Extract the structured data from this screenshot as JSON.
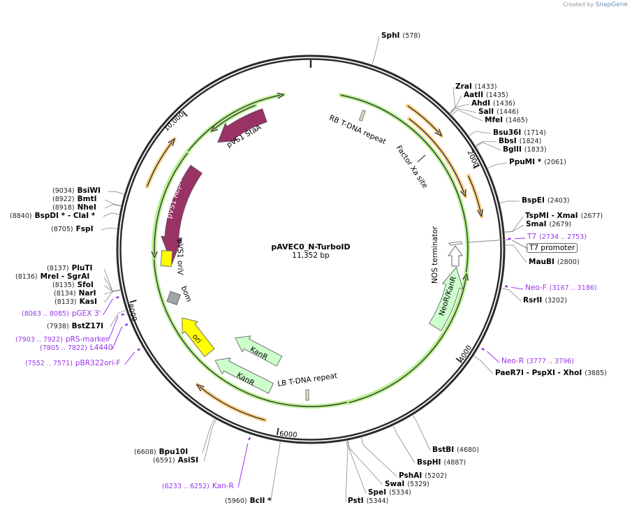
{
  "credit": {
    "prefix": "Created by",
    "brand": "SnapGene"
  },
  "plasmid": {
    "name": "pAVEC0_N-TurboID",
    "size_label": "11,352 bp",
    "length": 11352
  },
  "ticks": [
    "2000",
    "4000",
    "6000",
    "8000",
    "10,000"
  ],
  "enzymes": [
    {
      "name": "SphI",
      "pos": "578",
      "p": 578
    },
    {
      "name": "ZraI",
      "pos": "1433",
      "p": 1433
    },
    {
      "name": "AatII",
      "pos": "1435",
      "p": 1435
    },
    {
      "name": "AhdI",
      "pos": "1436",
      "p": 1436
    },
    {
      "name": "SalI",
      "pos": "1446",
      "p": 1446
    },
    {
      "name": "MfeI",
      "pos": "1465",
      "p": 1465
    },
    {
      "name": "Bsu36I",
      "pos": "1714",
      "p": 1714
    },
    {
      "name": "BbsI",
      "pos": "1824",
      "p": 1824
    },
    {
      "name": "BglII",
      "pos": "1833",
      "p": 1833
    },
    {
      "name": "PpuMI *",
      "pos": "2061",
      "p": 2061
    },
    {
      "name": "BspEI",
      "pos": "2403",
      "p": 2403
    },
    {
      "name": "TspMI  - XmaI",
      "pos": "2677",
      "p": 2677
    },
    {
      "name": "SmaI",
      "pos": "2679",
      "p": 2679
    },
    {
      "name": "MauBI",
      "pos": "2800",
      "p": 2800
    },
    {
      "name": "RsrII",
      "pos": "3202",
      "p": 3202
    },
    {
      "name": "PaeR7I  - PspXI  - XhoI",
      "pos": "3885",
      "p": 3885
    },
    {
      "name": "BstBI",
      "pos": "4680",
      "p": 4680
    },
    {
      "name": "BspHI",
      "pos": "4887",
      "p": 4887
    },
    {
      "name": "PshAI",
      "pos": "5202",
      "p": 5202
    },
    {
      "name": "SwaI",
      "pos": "5329",
      "p": 5329
    },
    {
      "name": "SpeI",
      "pos": "5334",
      "p": 5334
    },
    {
      "name": "PstI",
      "pos": "5344",
      "p": 5344
    },
    {
      "name": "BclI *",
      "pos": "5960",
      "p": 5960
    },
    {
      "name": "AsiSI",
      "pos": "6591",
      "p": 6591
    },
    {
      "name": "Bpu10I",
      "pos": "6608",
      "p": 6608
    },
    {
      "name": "BstZ17I",
      "pos": "7938",
      "p": 7938
    },
    {
      "name": "KasI",
      "pos": "8133",
      "p": 8133
    },
    {
      "name": "NarI",
      "pos": "8134",
      "p": 8134
    },
    {
      "name": "SfoI",
      "pos": "8135",
      "p": 8135
    },
    {
      "name": "MreI  - SgrAI",
      "pos": "8136",
      "p": 8136
    },
    {
      "name": "PluTI",
      "pos": "8137",
      "p": 8137
    },
    {
      "name": "FspI",
      "pos": "8705",
      "p": 8705
    },
    {
      "name": "BspDI *  - ClaI *",
      "pos": "8840",
      "p": 8840
    },
    {
      "name": "NheI",
      "pos": "8918",
      "p": 8918
    },
    {
      "name": "BmtI",
      "pos": "8922",
      "p": 8922
    },
    {
      "name": "BsiWI",
      "pos": "9034",
      "p": 9034
    }
  ],
  "primers": [
    {
      "name": "T7",
      "range": "2734 .. 2753",
      "p": 2743
    },
    {
      "name": "Neo-F",
      "range": "3167 .. 3186",
      "p": 3176
    },
    {
      "name": "Neo-R",
      "range": "3777 .. 3796",
      "p": 3786
    },
    {
      "name": "Kan-R",
      "range": "6233 .. 6252",
      "p": 6242
    },
    {
      "name": "pBR322ori-F",
      "range": "7552 .. 7571",
      "p": 7561
    },
    {
      "name": "L4440",
      "range": "7805 .. 7822",
      "p": 7813
    },
    {
      "name": "pRS-marker",
      "range": "7903 .. 7922",
      "p": 7912
    },
    {
      "name": "pGEX 3'",
      "range": "8063 .. 8085",
      "p": 8074
    }
  ],
  "features": {
    "t7_promoter": "T7 promoter",
    "pvs1_staa": "pVS1 StaA",
    "pvs1_repa": "pVS1 RepA",
    "pvs1_oriv": "pVS1 oriV",
    "bom": "bom",
    "ori": "ori",
    "kanr1": "KanR",
    "kanr2": "KanR",
    "neor_kanr": "NeoR/KanR",
    "nos_terminator": "NOS terminator",
    "rb_repeat": "RB T-DNA repeat",
    "lb_repeat": "LB T-DNA repeat",
    "factor_xa": "Factor Xa site"
  },
  "colors": {
    "ring": "#2b2b2b",
    "gene_maroon": "#993366",
    "marker_green": "#ccffcc",
    "origin_yellow": "#ffff00",
    "primer": "#9933ee",
    "orf_green": "#b9f28f",
    "orf_orange": "#ffd38a"
  }
}
